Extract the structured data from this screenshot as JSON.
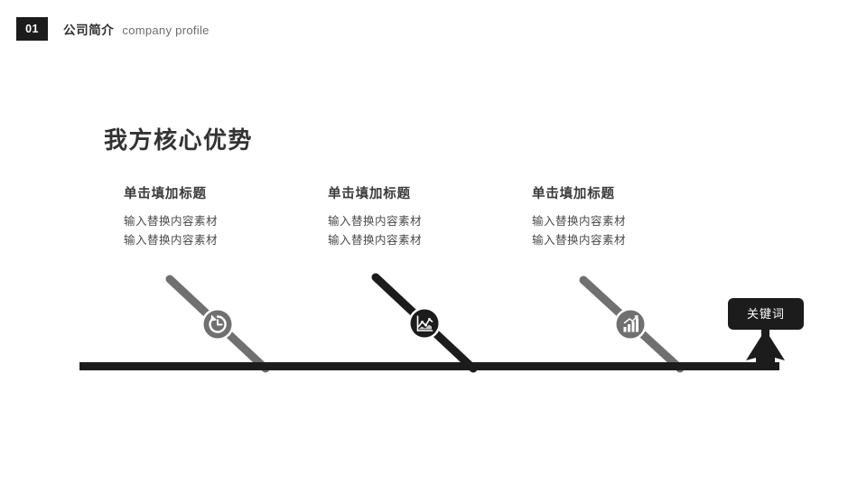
{
  "header": {
    "badge_number": "01",
    "title_cn": "公司简介",
    "title_en": "company profile"
  },
  "slide": {
    "main_title": "我方核心优势"
  },
  "columns": [
    {
      "title": "单击填加标题",
      "lines": [
        "输入替换内容素材",
        "输入替换内容素材"
      ],
      "icon": "clock-history-icon",
      "branch_color": "#707070",
      "icon_color": "#707070"
    },
    {
      "title": "单击填加标题",
      "lines": [
        "输入替换内容素材",
        "输入替换内容素材"
      ],
      "icon": "line-chart-icon",
      "branch_color": "#1c1c1c",
      "icon_color": "#1c1c1c"
    },
    {
      "title": "单击填加标题",
      "lines": [
        "输入替换内容素材",
        "输入替换内容素材"
      ],
      "icon": "bar-chart-growth-icon",
      "branch_color": "#707070",
      "icon_color": "#707070"
    }
  ],
  "callout": {
    "label": "关键词"
  },
  "colors": {
    "dark": "#1c1c1c",
    "gray": "#707070",
    "background": "#ffffff",
    "heading": "#333333",
    "body_text": "#4a4a4a"
  }
}
